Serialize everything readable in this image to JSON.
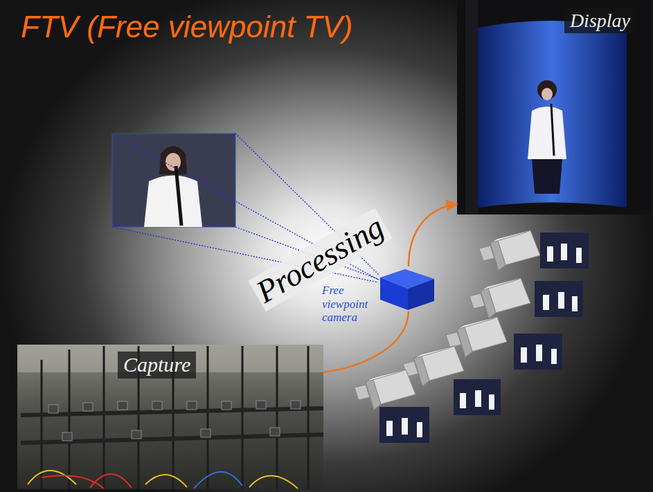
{
  "diagram": {
    "title": "FTV (Free viewpoint TV)",
    "nodes": [
      {
        "text": [
          "Display"
        ]
      },
      {
        "text": [
          "Free viewpoint camera"
        ]
      },
      {
        "text": [
          "Capture"
        ]
      }
    ],
    "edges": [
      {
        "from": 2,
        "to": 1,
        "arrow": "none"
      },
      {
        "from": 1,
        "to": 0,
        "arrow": "to"
      }
    ],
    "labels": [
      "Processing"
    ]
  }
}
